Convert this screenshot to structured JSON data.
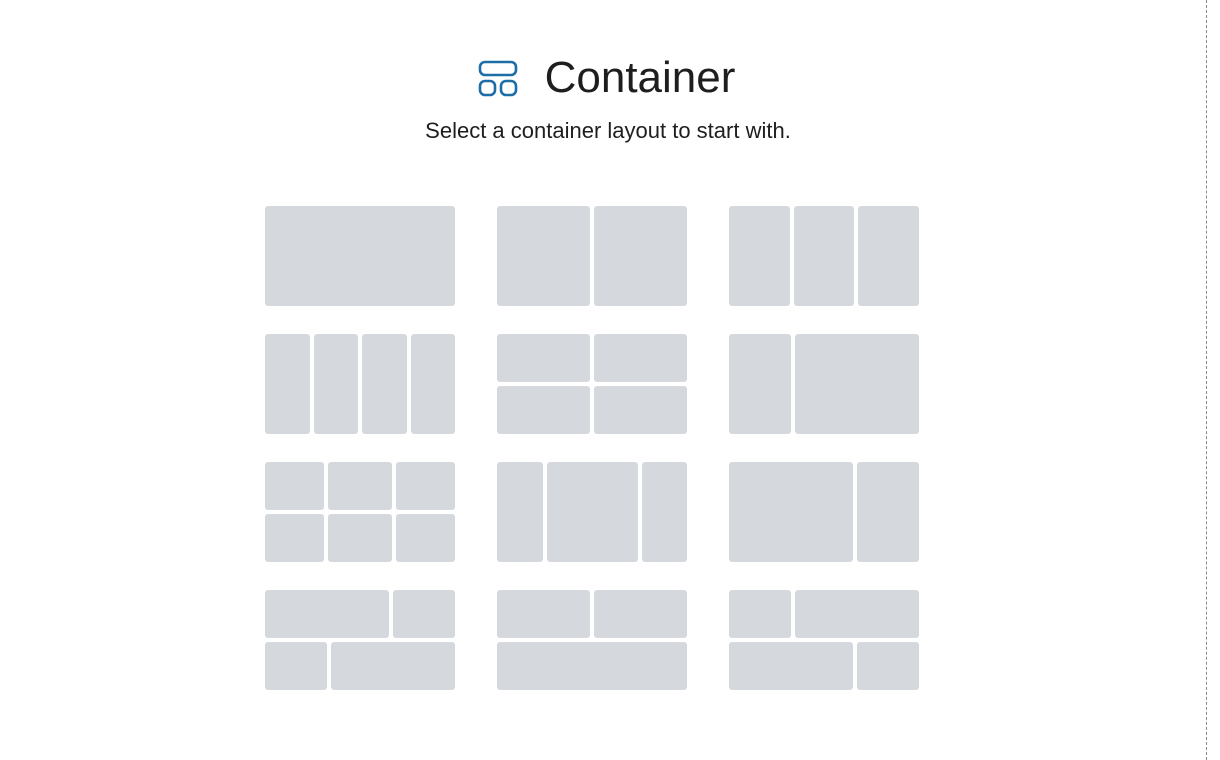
{
  "header": {
    "icon": "container-layout-icon",
    "title": "Container",
    "subtitle": "Select a container layout to start with."
  },
  "colors": {
    "accent": "#1d6ea6",
    "tile": "#d5d9dd"
  },
  "layouts_count": 12
}
